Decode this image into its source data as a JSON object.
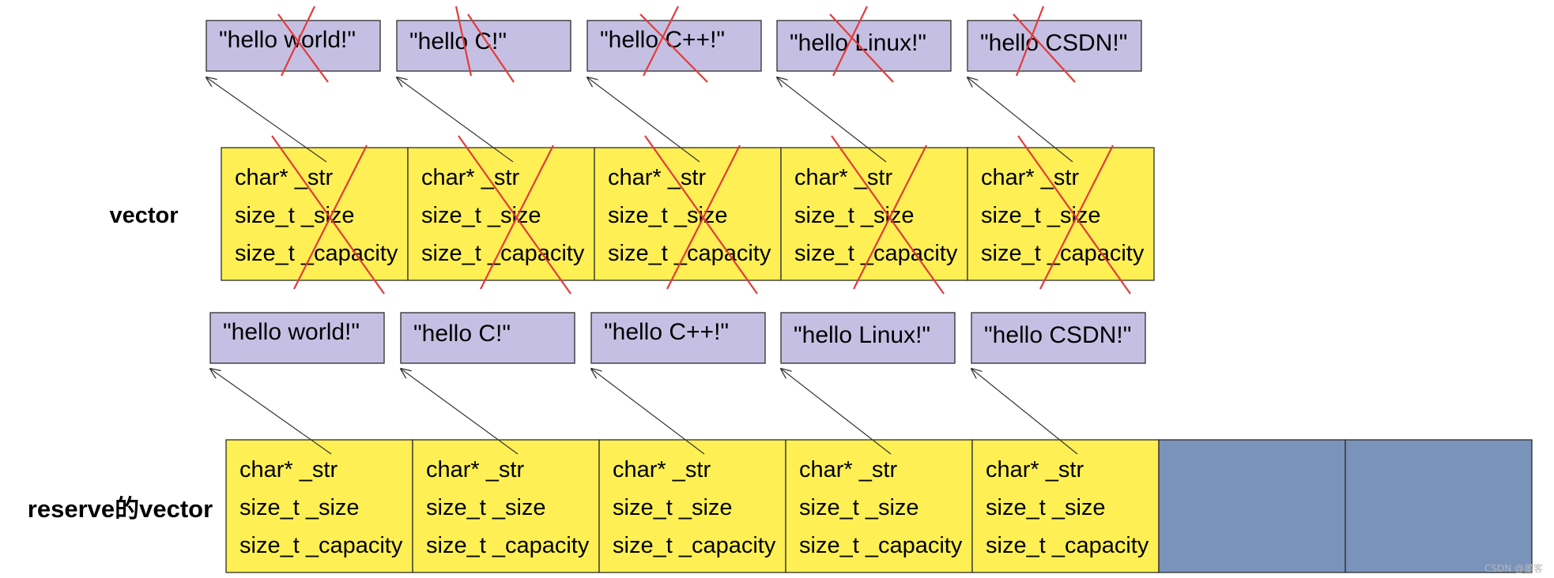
{
  "labels": {
    "vector": "vector",
    "reserve_vector": "reserve的vector"
  },
  "strings": [
    "\"hello world!\"",
    "\"hello C!\"",
    "\"hello C++!\"",
    "\"hello Linux!\"",
    "\"hello CSDN!\""
  ],
  "fields": [
    "char* _str",
    "size_t _size",
    "size_t _capacity"
  ],
  "top_group": {
    "crossed_out": true,
    "element_count": 5
  },
  "bottom_group": {
    "crossed_out": false,
    "element_count": 5,
    "reserved_empty_slots": 2
  },
  "colors": {
    "string_box": "#c5c0e3",
    "struct_box": "#fef054",
    "reserved_slot": "#7a93bb",
    "cross": "#e33b3b",
    "border": "#2d2d2d",
    "arrow": "#333333"
  },
  "watermark": "CSDN @墨客"
}
